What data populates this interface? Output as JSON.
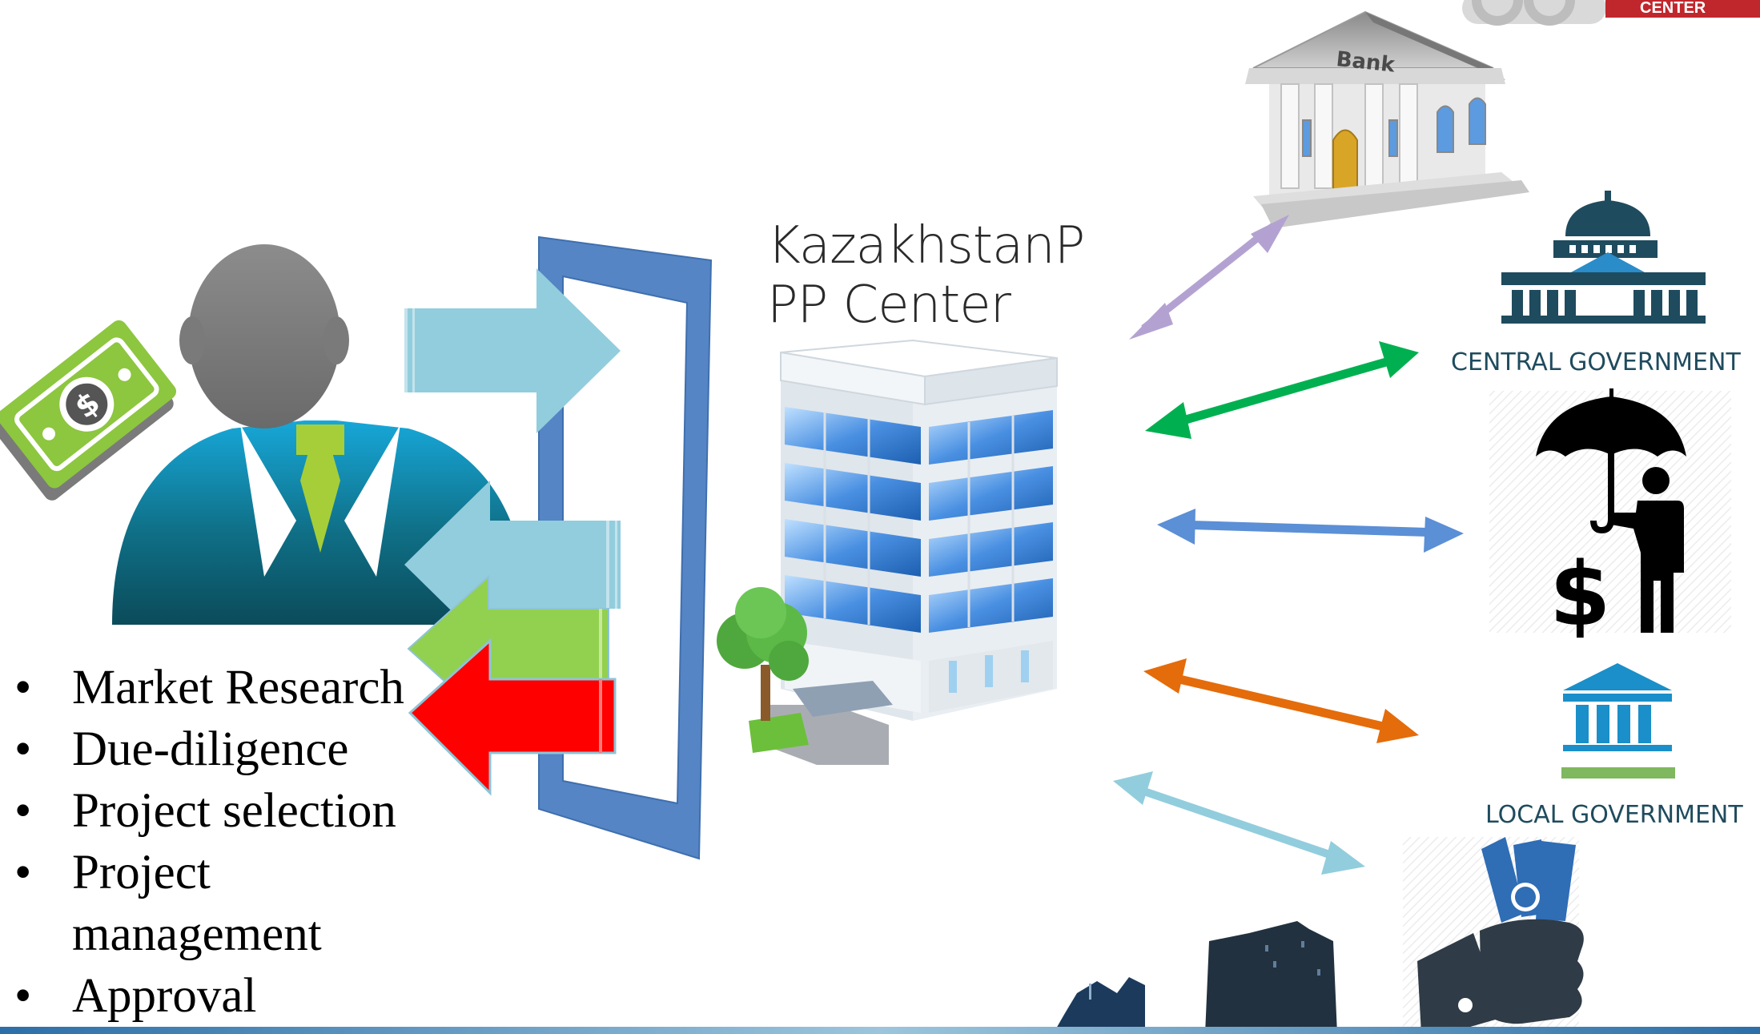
{
  "center": {
    "title_line1": "KazakhstanP",
    "title_line2": "PP Center"
  },
  "bank": {
    "label": "Bank"
  },
  "labels": {
    "central_government": "CENTRAL GOVERNMENT",
    "local_government": "LOCAL GOVERNMENT"
  },
  "logo": {
    "text": "CENTER"
  },
  "investor_steps": [
    "Market Research",
    "Due-diligence",
    "Project selection",
    "Project management",
    "Approval"
  ],
  "colors": {
    "gate": "#5585c5",
    "arrow_light_blue": "#92cddd",
    "arrow_green": "#92d050",
    "arrow_red": "#ff0000",
    "link_bank": "#b3a2d1",
    "link_central_gov": "#00b050",
    "link_insurance": "#5b8fd6",
    "link_local_gov": "#e46c0a",
    "link_finance": "#92cddd",
    "gov_icon": "#1f4b5e",
    "local_icon": "#1a8fc9"
  },
  "icons": [
    "investor-icon",
    "money-icon",
    "bank-icon",
    "central-government-icon",
    "insurance-umbrella-icon",
    "local-government-icon",
    "money-hand-icon",
    "office-building-icon",
    "tree-icon",
    "city-skyline"
  ]
}
